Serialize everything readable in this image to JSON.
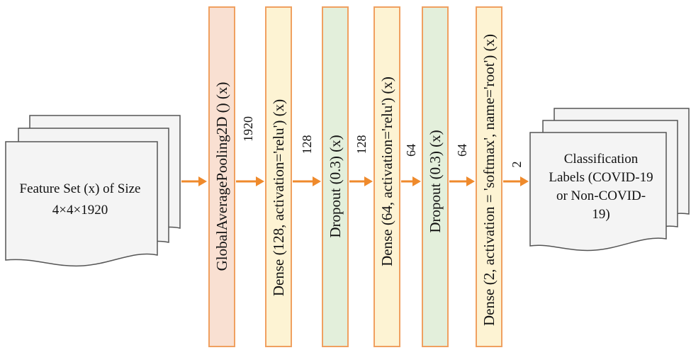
{
  "input_doc": {
    "line1": "Feature Set (x) of Size",
    "line2": "4×4×1920"
  },
  "layers": [
    {
      "label": "GlobalAveragePooling2D () (x)",
      "fill": "#f9e0d2"
    },
    {
      "label": "Dense (128, activation='relu') (x)",
      "fill": "#fdf3d3"
    },
    {
      "label": "Dropout (0.3) (x)",
      "fill": "#e3efdb"
    },
    {
      "label": "Dense (64, activation='relu') (x)",
      "fill": "#fdf3d3"
    },
    {
      "label": "Dropout (0.3) (x)",
      "fill": "#e3efdb"
    },
    {
      "label": "Dense (2, activation = 'softmax', name='root') (x)",
      "fill": "#fdf3d3"
    }
  ],
  "edge_labels": [
    "1920",
    "128",
    "128",
    "64",
    "64",
    "2"
  ],
  "output_doc": {
    "line1": "Classification",
    "line2": "Labels (COVID-19",
    "line3": "or Non-COVID-",
    "line4": "19)"
  },
  "colors": {
    "arrow": "#ef8a2c",
    "border": "#f0a060",
    "doc_fill": "#f4f4f4"
  }
}
